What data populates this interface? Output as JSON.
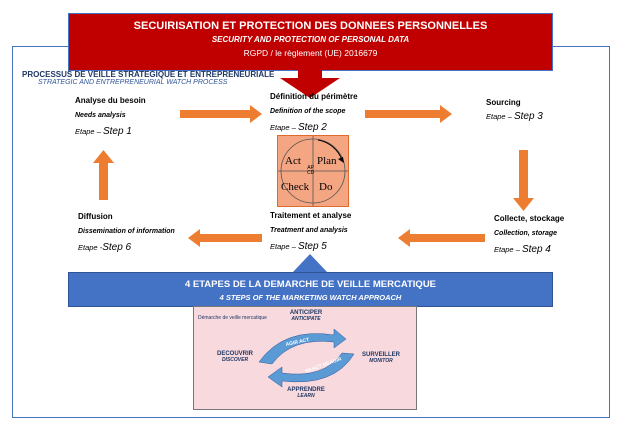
{
  "banner": {
    "title": "SECUIRISATION ET PROTECTION DES DONNEES PERSONNELLES",
    "subtitle": "SECURITY AND PROTECTION OF PERSONAL DATA",
    "rgpd": "RGPD / le règlement (UE) 2016679"
  },
  "process": {
    "title": "PROCESSUS DE VEILLE STRATEGIQUE ET ENTREPRENEURIALE",
    "subtitle": "STRATEGIC AND ENTREPRENEURIAL WATCH PROCESS"
  },
  "steps": [
    {
      "title": "Analyse du besoin",
      "subtitle": "Needs analysis",
      "etape": "Etape",
      "sep": " – ",
      "step": "Step 1"
    },
    {
      "title": "Définition du périmètre",
      "subtitle": "Definition of the scope",
      "etape": "Etape",
      "sep": " – ",
      "step": "Step 2"
    },
    {
      "title": "Sourcing",
      "subtitle": "",
      "etape": "Etape",
      "sep": " – ",
      "step": "Step 3"
    },
    {
      "title": "Collecte, stockage",
      "subtitle": "Collection, storage",
      "etape": "Etape",
      "sep": " – ",
      "step": "Step 4"
    },
    {
      "title": "Traitement et analyse",
      "subtitle": "Treatment and analysis",
      "etape": "Etape",
      "sep": " – ",
      "step": "Step 5"
    },
    {
      "title": "Diffusion",
      "subtitle": "Dissemination of information",
      "etape": "Etape",
      "sep": " -",
      "step": "Step 6"
    }
  ],
  "pdca": {
    "act": "Act",
    "plan": "Plan",
    "check": "Check",
    "do": "Do",
    "center_top": "AP",
    "center_bottom": "CD"
  },
  "band": {
    "title": "4 ETAPES DE LA DEMARCHE DE VEILLE MERCATIQUE",
    "subtitle": "4 STEPS OF THE MARKETING WATCH APPROACH"
  },
  "cycle": {
    "heading": "Démarche de veille mercatique",
    "anticiper": "ANTICIPER",
    "anticipate": "ANTICIPATE",
    "decouvrir": "DECOUVRIR",
    "discover": "DISCOVER",
    "surveiller": "SURVEILLER",
    "monitor": "MONITOR",
    "apprendre": "APPRENDRE",
    "learn": "LEARN",
    "agir": "AGIR ACT",
    "reagir": "REACT REAGIR"
  },
  "colors": {
    "red": "#c00000",
    "blue": "#4472c4",
    "orange": "#ed7d31",
    "pink": "#f8d9de",
    "pdca": "#f4a582"
  }
}
